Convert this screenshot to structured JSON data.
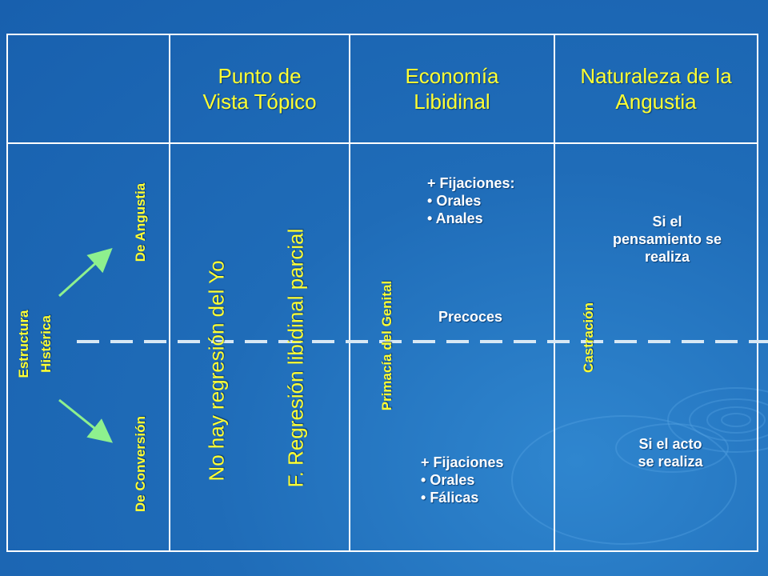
{
  "header": {
    "col1": "Punto de\nVista Tópico",
    "col2": "Economía\nLibidinal",
    "col3": "Naturaleza de la\nAngustia"
  },
  "row": {
    "estructura": "Estructura",
    "histerica": "Histérica",
    "de_angustia": "De Angustia",
    "de_conversion": "De Conversión",
    "no_regresion": "No hay regresión del Yo",
    "f_regresion": "F. Regresión libidinal parcial",
    "primacia": "Primacía del Genital",
    "fijaciones_top_title": "+ Fijaciones:",
    "fijaciones_top_items": [
      "Orales",
      "Anales"
    ],
    "precoces": "Precoces",
    "fijaciones_bottom_title": "+ Fijaciones",
    "fijaciones_bottom_items": [
      "Orales",
      "Fálicas"
    ],
    "castracion": "Castración",
    "si_pensamiento": "Si el\npensamiento se\nrealiza",
    "si_acto": "Si el acto\nse realiza"
  },
  "colors": {
    "background": "#1f6cb8",
    "header_text": "#ffff33",
    "body_text": "#ffffff",
    "arrow": "#8ef08e",
    "dash": "#d8e8f4"
  }
}
